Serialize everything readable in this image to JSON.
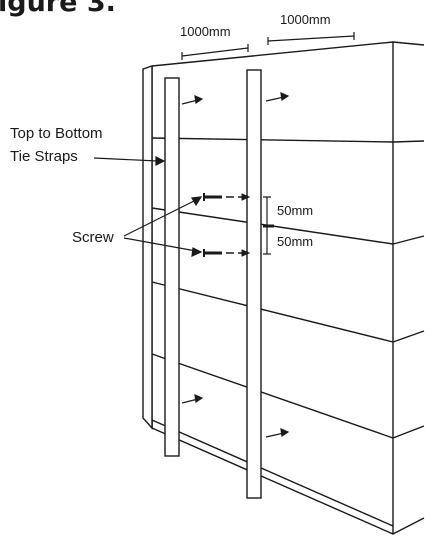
{
  "figure": {
    "title": "igure 3.",
    "title_color": "#1aa35a",
    "dimensions": {
      "width_left": "1000mm",
      "width_right": "1000mm",
      "spacing_top": "50mm",
      "spacing_bottom": "50mm"
    },
    "labels": {
      "straps_line1": "Top to Bottom",
      "straps_line2": "Tie Straps",
      "screw": "Screw"
    },
    "line_color": "#1a1a1a"
  }
}
